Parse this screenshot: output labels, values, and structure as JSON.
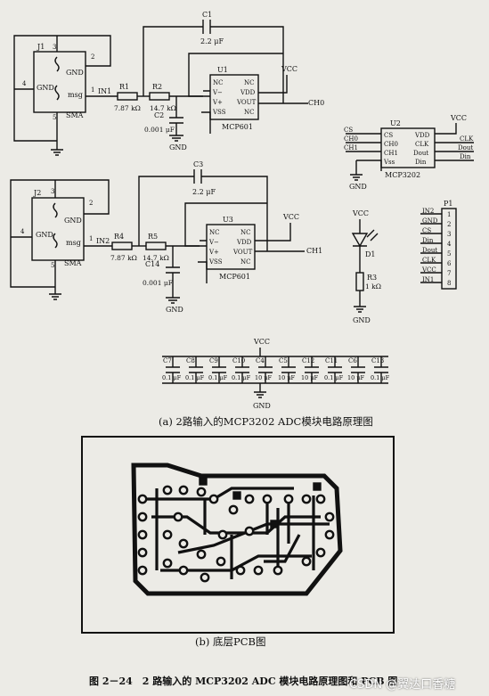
{
  "schematic": {
    "j1": {
      "ref": "J1",
      "gnd_a": "GND",
      "gnd_b": "GND",
      "msg": "msg",
      "type": "SMA",
      "pin1": "1",
      "pin2": "2",
      "pin3": "3",
      "pin4": "4",
      "pin5": "5"
    },
    "j2": {
      "ref": "J2",
      "gnd_a": "GND",
      "gnd_b": "GND",
      "msg": "msg",
      "type": "SMA",
      "pin1": "1",
      "pin2": "2",
      "pin3": "3",
      "pin4": "4",
      "pin5": "5"
    },
    "in1": "IN1",
    "in2": "IN2",
    "r1": {
      "ref": "R1",
      "value": "7.87 kΩ"
    },
    "r2": {
      "ref": "R2",
      "value": "14.7 kΩ"
    },
    "r4": {
      "ref": "R4",
      "value": "7.87 kΩ"
    },
    "r5": {
      "ref": "R5",
      "value": "14.7 kΩ"
    },
    "c1": {
      "ref": "C1",
      "value": "2.2 μF"
    },
    "c2": {
      "ref": "C2",
      "value": "0.001 μF"
    },
    "c3": {
      "ref": "C3",
      "value": "2.2 μF"
    },
    "c14": {
      "ref": "C14",
      "value": "0.001 μF"
    },
    "u1": {
      "ref": "U1",
      "part": "MCP601",
      "pins": [
        "NC",
        "V−",
        "V+",
        "VSS",
        "NC",
        "VDD",
        "VOUT",
        "NC"
      ]
    },
    "u3": {
      "ref": "U3",
      "part": "MCP601",
      "pins": [
        "NC",
        "V−",
        "V+",
        "VSS",
        "NC",
        "VDD",
        "VOUT",
        "NC"
      ]
    },
    "u2": {
      "ref": "U2",
      "part": "MCP3202",
      "left": [
        "CS",
        "CH0",
        "CH1",
        "Vss"
      ],
      "right": [
        "VDD",
        "CLK",
        "Dout",
        "Din"
      ],
      "net_left": [
        "CS",
        "CH0",
        "CH1"
      ],
      "net_right": [
        "CLK",
        "Dout",
        "Din"
      ]
    },
    "vcc": "VCC",
    "gnd": "GND",
    "ch0": "CH0",
    "ch1": "CH1",
    "d1": {
      "ref": "D1"
    },
    "r3": {
      "ref": "R3",
      "value": "1 kΩ"
    },
    "p1": {
      "ref": "P1",
      "pins": [
        "1",
        "2",
        "3",
        "4",
        "5",
        "6",
        "7",
        "8"
      ],
      "nets": [
        "IN2",
        "GND",
        "CS",
        "Din",
        "Dout",
        "CLK",
        "VCC",
        "IN1"
      ]
    },
    "decoupling": [
      {
        "ref": "C7",
        "value": "0.1 μF"
      },
      {
        "ref": "C8",
        "value": "0.1 μF"
      },
      {
        "ref": "C9",
        "value": "0.1 μF"
      },
      {
        "ref": "C10",
        "value": "0.1 μF"
      },
      {
        "ref": "C4",
        "value": "10 μF"
      },
      {
        "ref": "C5",
        "value": "10 μF"
      },
      {
        "ref": "C12",
        "value": "10 μF"
      },
      {
        "ref": "C11",
        "value": "0.1 μF"
      },
      {
        "ref": "C6",
        "value": "10 μF"
      },
      {
        "ref": "C13",
        "value": "0.1 μF"
      }
    ]
  },
  "caption_a": "(a) 2路输入的MCP3202 ADC模块电路原理图",
  "caption_b": "(b) 底层PCB图",
  "figure_caption": "图 2－24　2 路输入的 MCP3202 ADC 模块电路原理图和 PCB 图",
  "watermark": "CSDN @翼达口香糖",
  "colors": {
    "ink": "#111111",
    "paper": "#ecebe6",
    "pcb": "#111111"
  }
}
